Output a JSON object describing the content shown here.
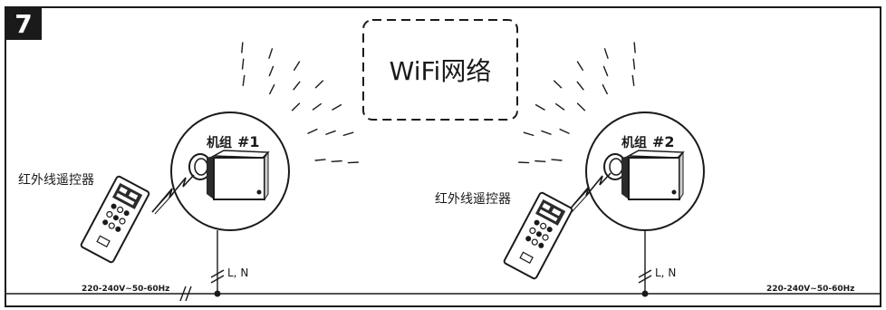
{
  "figure_number": "7",
  "network": {
    "label": "WiFi网络"
  },
  "units": [
    {
      "label": "机组",
      "number": "#1"
    },
    {
      "label": "机组",
      "number": "#2"
    }
  ],
  "remote_label_left": "红外线遥控器",
  "remote_label_right": "红外线遥控器",
  "wire_label_left": "L, N",
  "wire_label_right": "L, N",
  "power_label_left": "220-240V~50-60Hz",
  "power_label_right": "220-240V~50-60Hz"
}
